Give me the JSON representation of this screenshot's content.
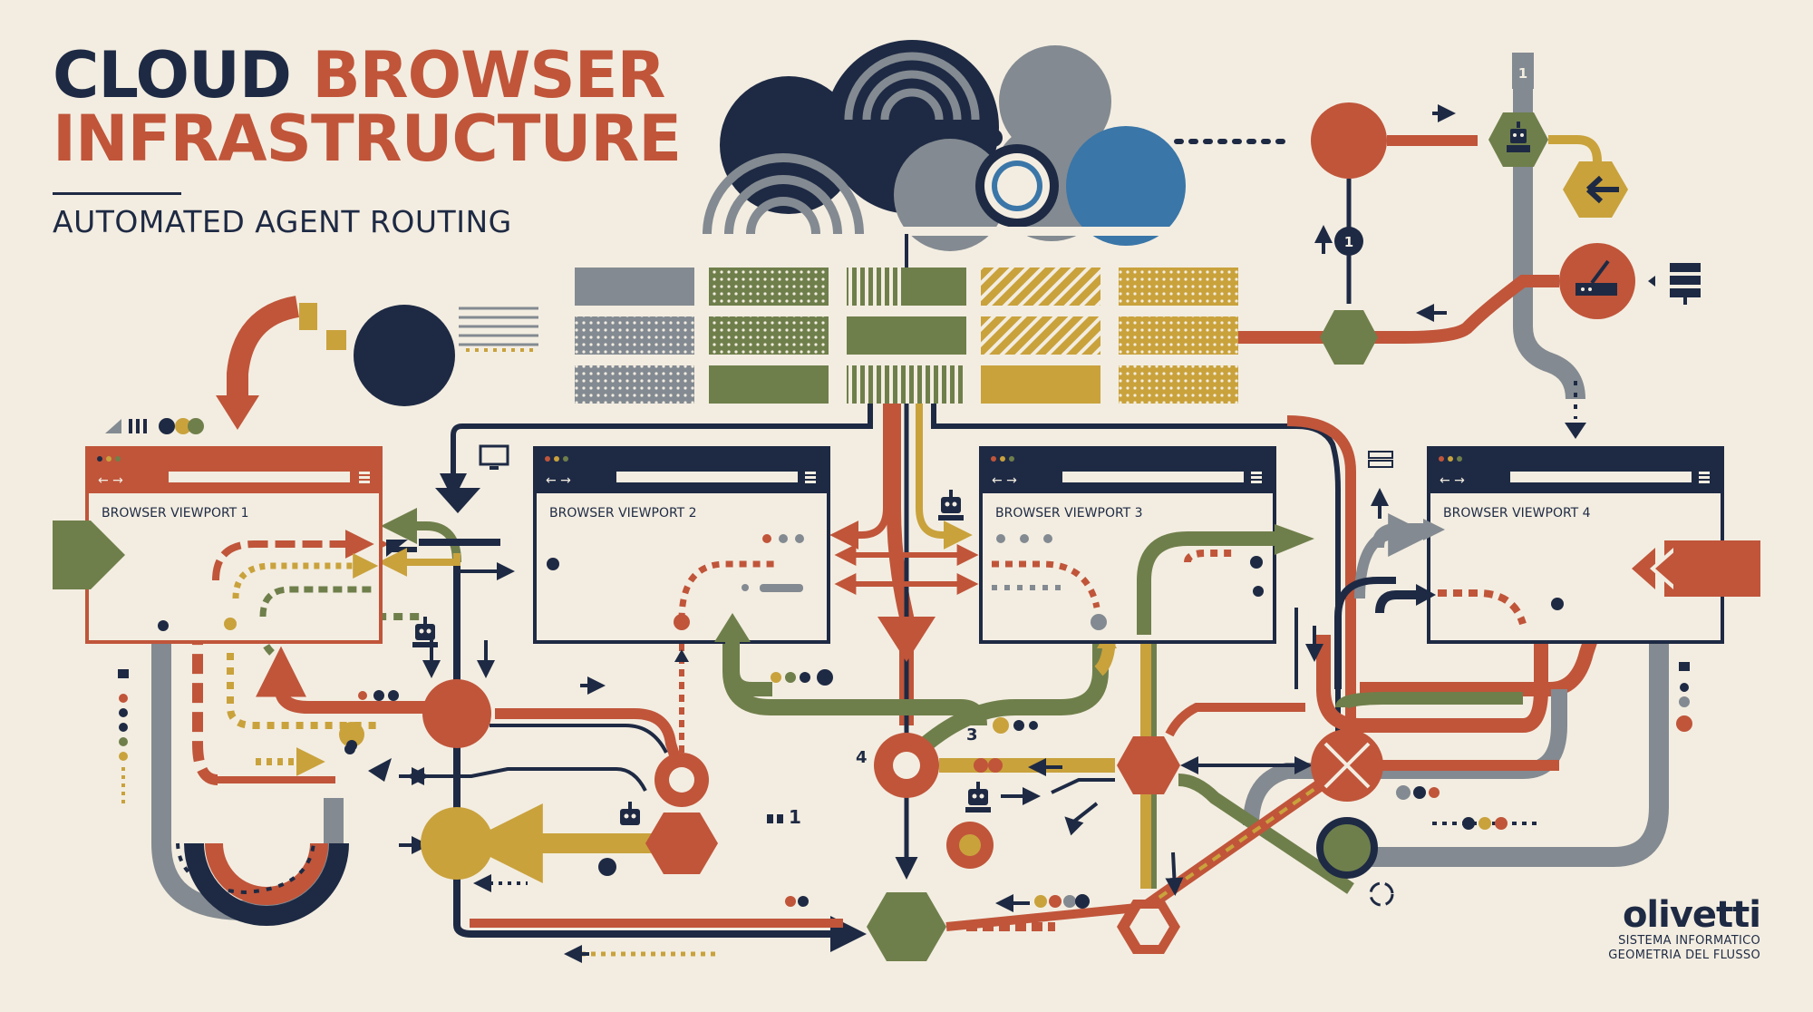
{
  "title": {
    "line1_a": "CLOUD",
    "line1_b": "BROWSER",
    "line2": "INFRASTRUCTURE",
    "subtitle": "AUTOMATED AGENT ROUTING"
  },
  "viewports": [
    {
      "label": "BROWSER VIEWPORT 1"
    },
    {
      "label": "BROWSER VIEWPORT 2"
    },
    {
      "label": "BROWSER VIEWPORT 3"
    },
    {
      "label": "BROWSER VIEWPORT 4"
    }
  ],
  "markers": {
    "top_bar": "1",
    "left_loop": "1",
    "node_4": "4",
    "node_3": "3",
    "badge_3": "3",
    "small_1": "1"
  },
  "brand": {
    "name": "olivetti",
    "line1": "SISTEMA INFORMATICO",
    "line2": "GEOMETRIA DEL FLUSSO"
  },
  "colors": {
    "background": "#f3ede1",
    "navy": "#1e2a44",
    "rust": "#c0553a",
    "olive": "#6f7f4b",
    "mustard": "#c9a23c",
    "slate": "#838a91",
    "blue": "#3a76a8"
  },
  "icons": [
    "cloud-icon",
    "robot-icon",
    "back-arrow-icon",
    "router-icon",
    "server-icon",
    "monitor-icon",
    "sync-icon"
  ]
}
